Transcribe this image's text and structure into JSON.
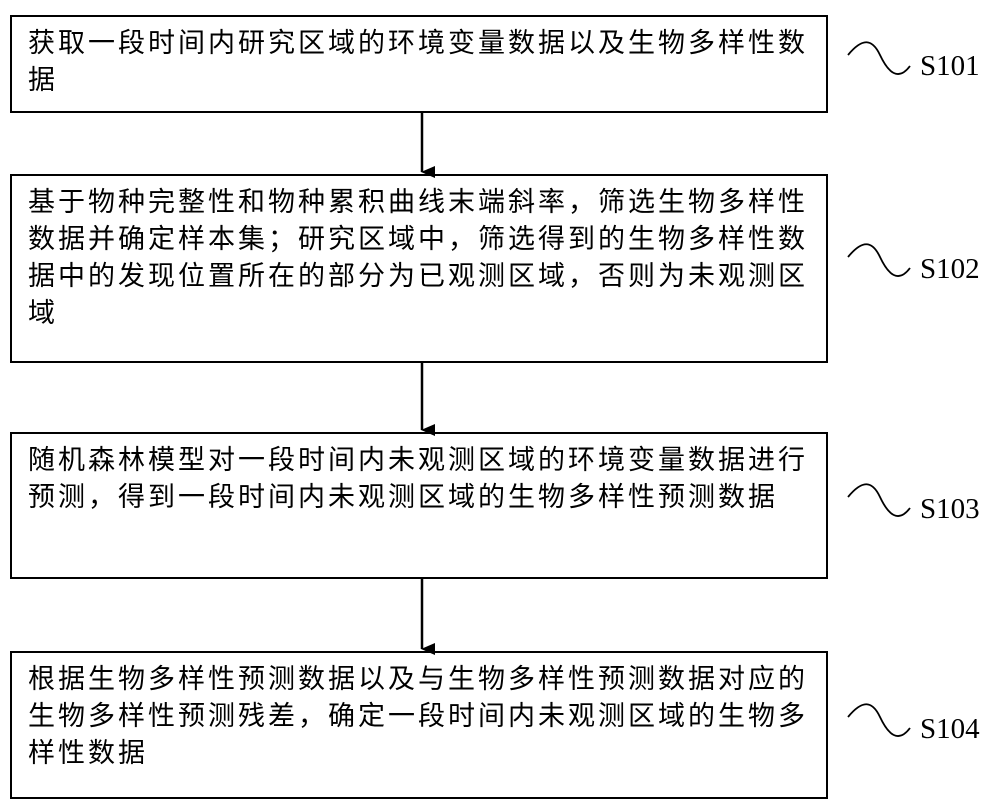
{
  "steps": [
    {
      "text": "获取一段时间内研究区域的环境变量数据以及生物多样性数据",
      "label": "S101"
    },
    {
      "text": "基于物种完整性和物种累积曲线末端斜率，筛选生物多样性数据并确定样本集；研究区域中，筛选得到的生物多样性数据中的发现位置所在的部分为已观测区域，否则为未观测区域",
      "label": "S102"
    },
    {
      "text": "随机森林模型对一段时间内未观测区域的环境变量数据进行预测，得到一段时间内未观测区域的生物多样性预测数据",
      "label": "S103"
    },
    {
      "text": "根据生物多样性预测数据以及与生物多样性预测数据对应的生物多样性预测残差，确定一段时间内未观测区域的生物多样性数据",
      "label": "S104"
    }
  ]
}
